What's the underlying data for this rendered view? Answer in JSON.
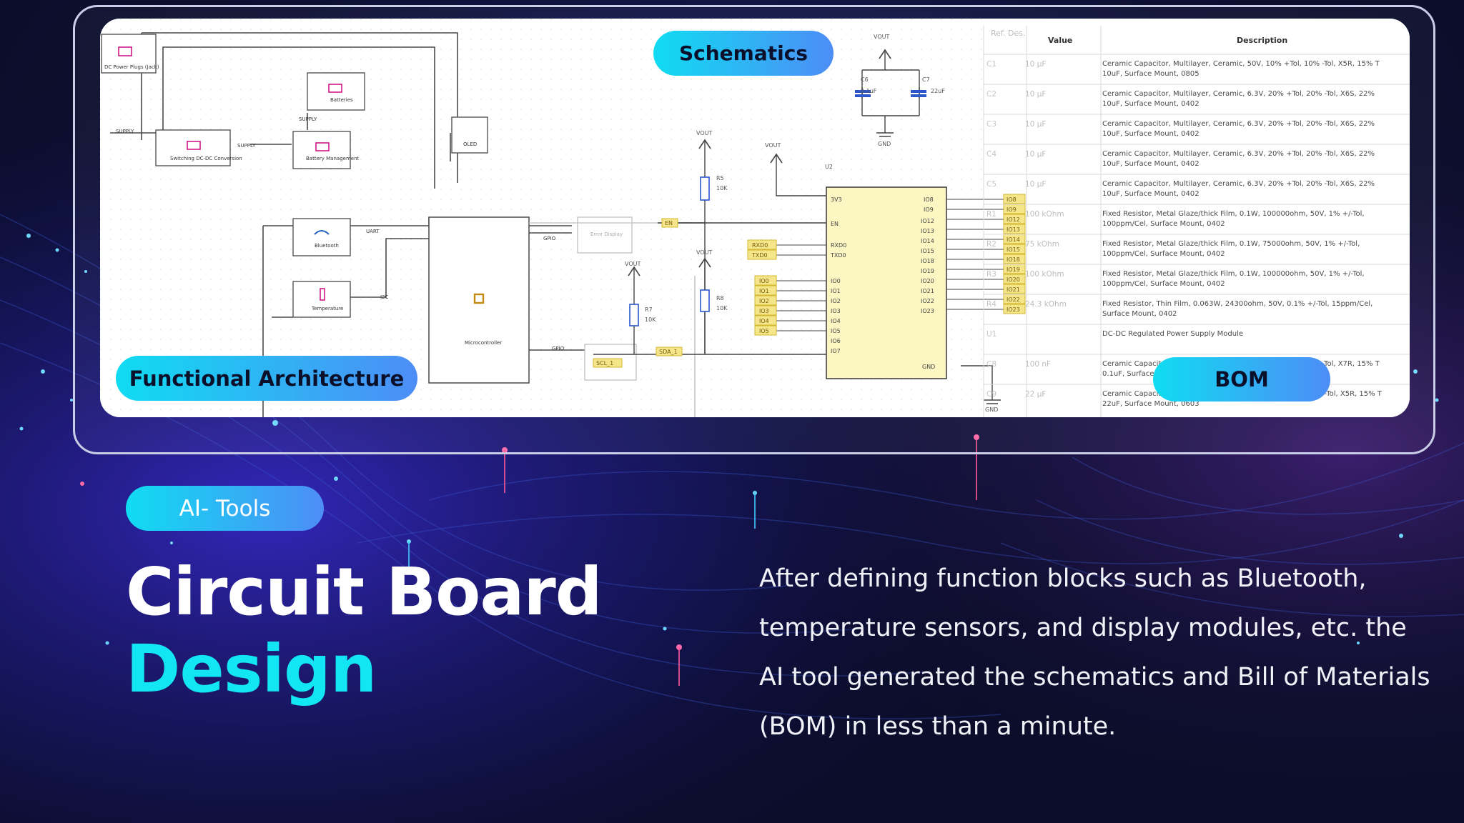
{
  "slide": {
    "tag_label": "AI- Tools",
    "title_line1": "Circuit Board",
    "title_line2": "Design",
    "description": "After defining function blocks such as Bluetooth, temperature sensors, and display modules, etc. the AI tool generated the schematics and Bill of Materials (BOM) in less than a minute."
  },
  "panel_labels": {
    "schematics": "Schematics",
    "functional_architecture": "Functional Architecture",
    "bom": "BOM"
  },
  "architecture": {
    "blocks": [
      "DC Power Plugs (Jack)",
      "Batteries",
      "Switching DC-DC Conversion",
      "Battery Management",
      "Bluetooth",
      "Temperature",
      "Microcontroller",
      "OLED",
      "Error Display"
    ],
    "signals": [
      "SUPPLY",
      "SUPPLY",
      "SUPPLY",
      "UART",
      "I2C",
      "GPIO",
      "GPIO"
    ]
  },
  "schematic": {
    "net_labels": [
      "VOUT",
      "VOUT",
      "VOUT",
      "VOUT",
      "VOUT",
      "GND",
      "GND",
      "EN",
      "SCL_1",
      "SDA_1"
    ],
    "caps": [
      {
        "ref": "C6",
        "value": "0.1uF"
      },
      {
        "ref": "C7",
        "value": "22uF"
      }
    ],
    "resistors": [
      {
        "ref": "R5",
        "value": "10K"
      },
      {
        "ref": "R7",
        "value": "10K"
      },
      {
        "ref": "R8",
        "value": "10K"
      }
    ],
    "ic_ref": "U2",
    "ic_left_pins": [
      "3V3",
      "EN",
      "RXD0",
      "TXD0",
      "IO0",
      "IO1",
      "IO2",
      "IO3",
      "IO4",
      "IO5",
      "IO6",
      "IO7"
    ],
    "ic_right_pins": [
      "IO8",
      "IO9",
      "IO12",
      "IO13",
      "IO14",
      "IO15",
      "IO18",
      "IO19",
      "IO20",
      "IO21",
      "IO22",
      "IO23",
      "GND"
    ],
    "left_tags": [
      "RXD0",
      "TXD0",
      "IO0",
      "IO1",
      "IO2",
      "IO3",
      "IO4",
      "IO5"
    ],
    "right_tags": [
      "IO8",
      "IO9",
      "IO12",
      "IO13",
      "IO14",
      "IO15",
      "IO18",
      "IO19",
      "IO20",
      "IO21",
      "IO22",
      "IO23"
    ]
  },
  "bom": {
    "headers": [
      "Ref. Des.",
      "Value",
      "Description"
    ],
    "rows": [
      {
        "ref": "C1",
        "value": "10 µF",
        "desc": "Ceramic Capacitor, Multilayer, Ceramic, 50V, 10% +Tol, 10% -Tol, X5R, 15% T",
        "desc2": "10uF, Surface Mount, 0805"
      },
      {
        "ref": "C2",
        "value": "10 µF",
        "desc": "Ceramic Capacitor, Multilayer, Ceramic, 6.3V, 20% +Tol, 20% -Tol, X6S, 22%",
        "desc2": "10uF, Surface Mount, 0402"
      },
      {
        "ref": "C3",
        "value": "10 µF",
        "desc": "Ceramic Capacitor, Multilayer, Ceramic, 6.3V, 20% +Tol, 20% -Tol, X6S, 22%",
        "desc2": "10uF, Surface Mount, 0402"
      },
      {
        "ref": "C4",
        "value": "10 µF",
        "desc": "Ceramic Capacitor, Multilayer, Ceramic, 6.3V, 20% +Tol, 20% -Tol, X6S, 22%",
        "desc2": "10uF, Surface Mount, 0402"
      },
      {
        "ref": "C5",
        "value": "10 µF",
        "desc": "Ceramic Capacitor, Multilayer, Ceramic, 6.3V, 20% +Tol, 20% -Tol, X6S, 22%",
        "desc2": "10uF, Surface Mount, 0402"
      },
      {
        "ref": "R1",
        "value": "100 kOhm",
        "desc": "Fixed Resistor, Metal Glaze/thick Film, 0.1W, 100000ohm, 50V, 1% +/-Tol,",
        "desc2": "100ppm/Cel, Surface Mount, 0402"
      },
      {
        "ref": "R2",
        "value": "75 kOhm",
        "desc": "Fixed Resistor, Metal Glaze/thick Film, 0.1W, 75000ohm, 50V, 1% +/-Tol,",
        "desc2": "100ppm/Cel, Surface Mount, 0402"
      },
      {
        "ref": "R3",
        "value": "100 kOhm",
        "desc": "Fixed Resistor, Metal Glaze/thick Film, 0.1W, 100000ohm, 50V, 1% +/-Tol,",
        "desc2": "100ppm/Cel, Surface Mount, 0402"
      },
      {
        "ref": "R4",
        "value": "24.3 kOhm",
        "desc": "Fixed Resistor, Thin Film, 0.063W, 24300ohm, 50V, 0.1% +/-Tol, 15ppm/Cel,",
        "desc2": "Surface Mount, 0402"
      },
      {
        "ref": "U1",
        "value": "",
        "desc": "DC-DC Regulated Power Supply Module",
        "desc2": ""
      },
      {
        "ref": "C8",
        "value": "100 nF",
        "desc": "Ceramic Capacitor, Multilayer, Ceramic, 16V, 10% +Tol, 10% -Tol, X7R, 15% T",
        "desc2": "0.1uF, Surface Mount, 0402"
      },
      {
        "ref": "C9",
        "value": "22 µF",
        "desc": "Ceramic Capacitor, Multilayer, Ceramic, 6.3V, 20% +Tol, 20% -Tol, X5R, 15% T",
        "desc2": "22uF, Surface Mount, 0603"
      }
    ]
  },
  "colors": {
    "accent_cyan": "#12e6f4",
    "pill_start": "#10dcf2",
    "pill_end": "#4d8df6",
    "background": "#0b0d2a"
  }
}
